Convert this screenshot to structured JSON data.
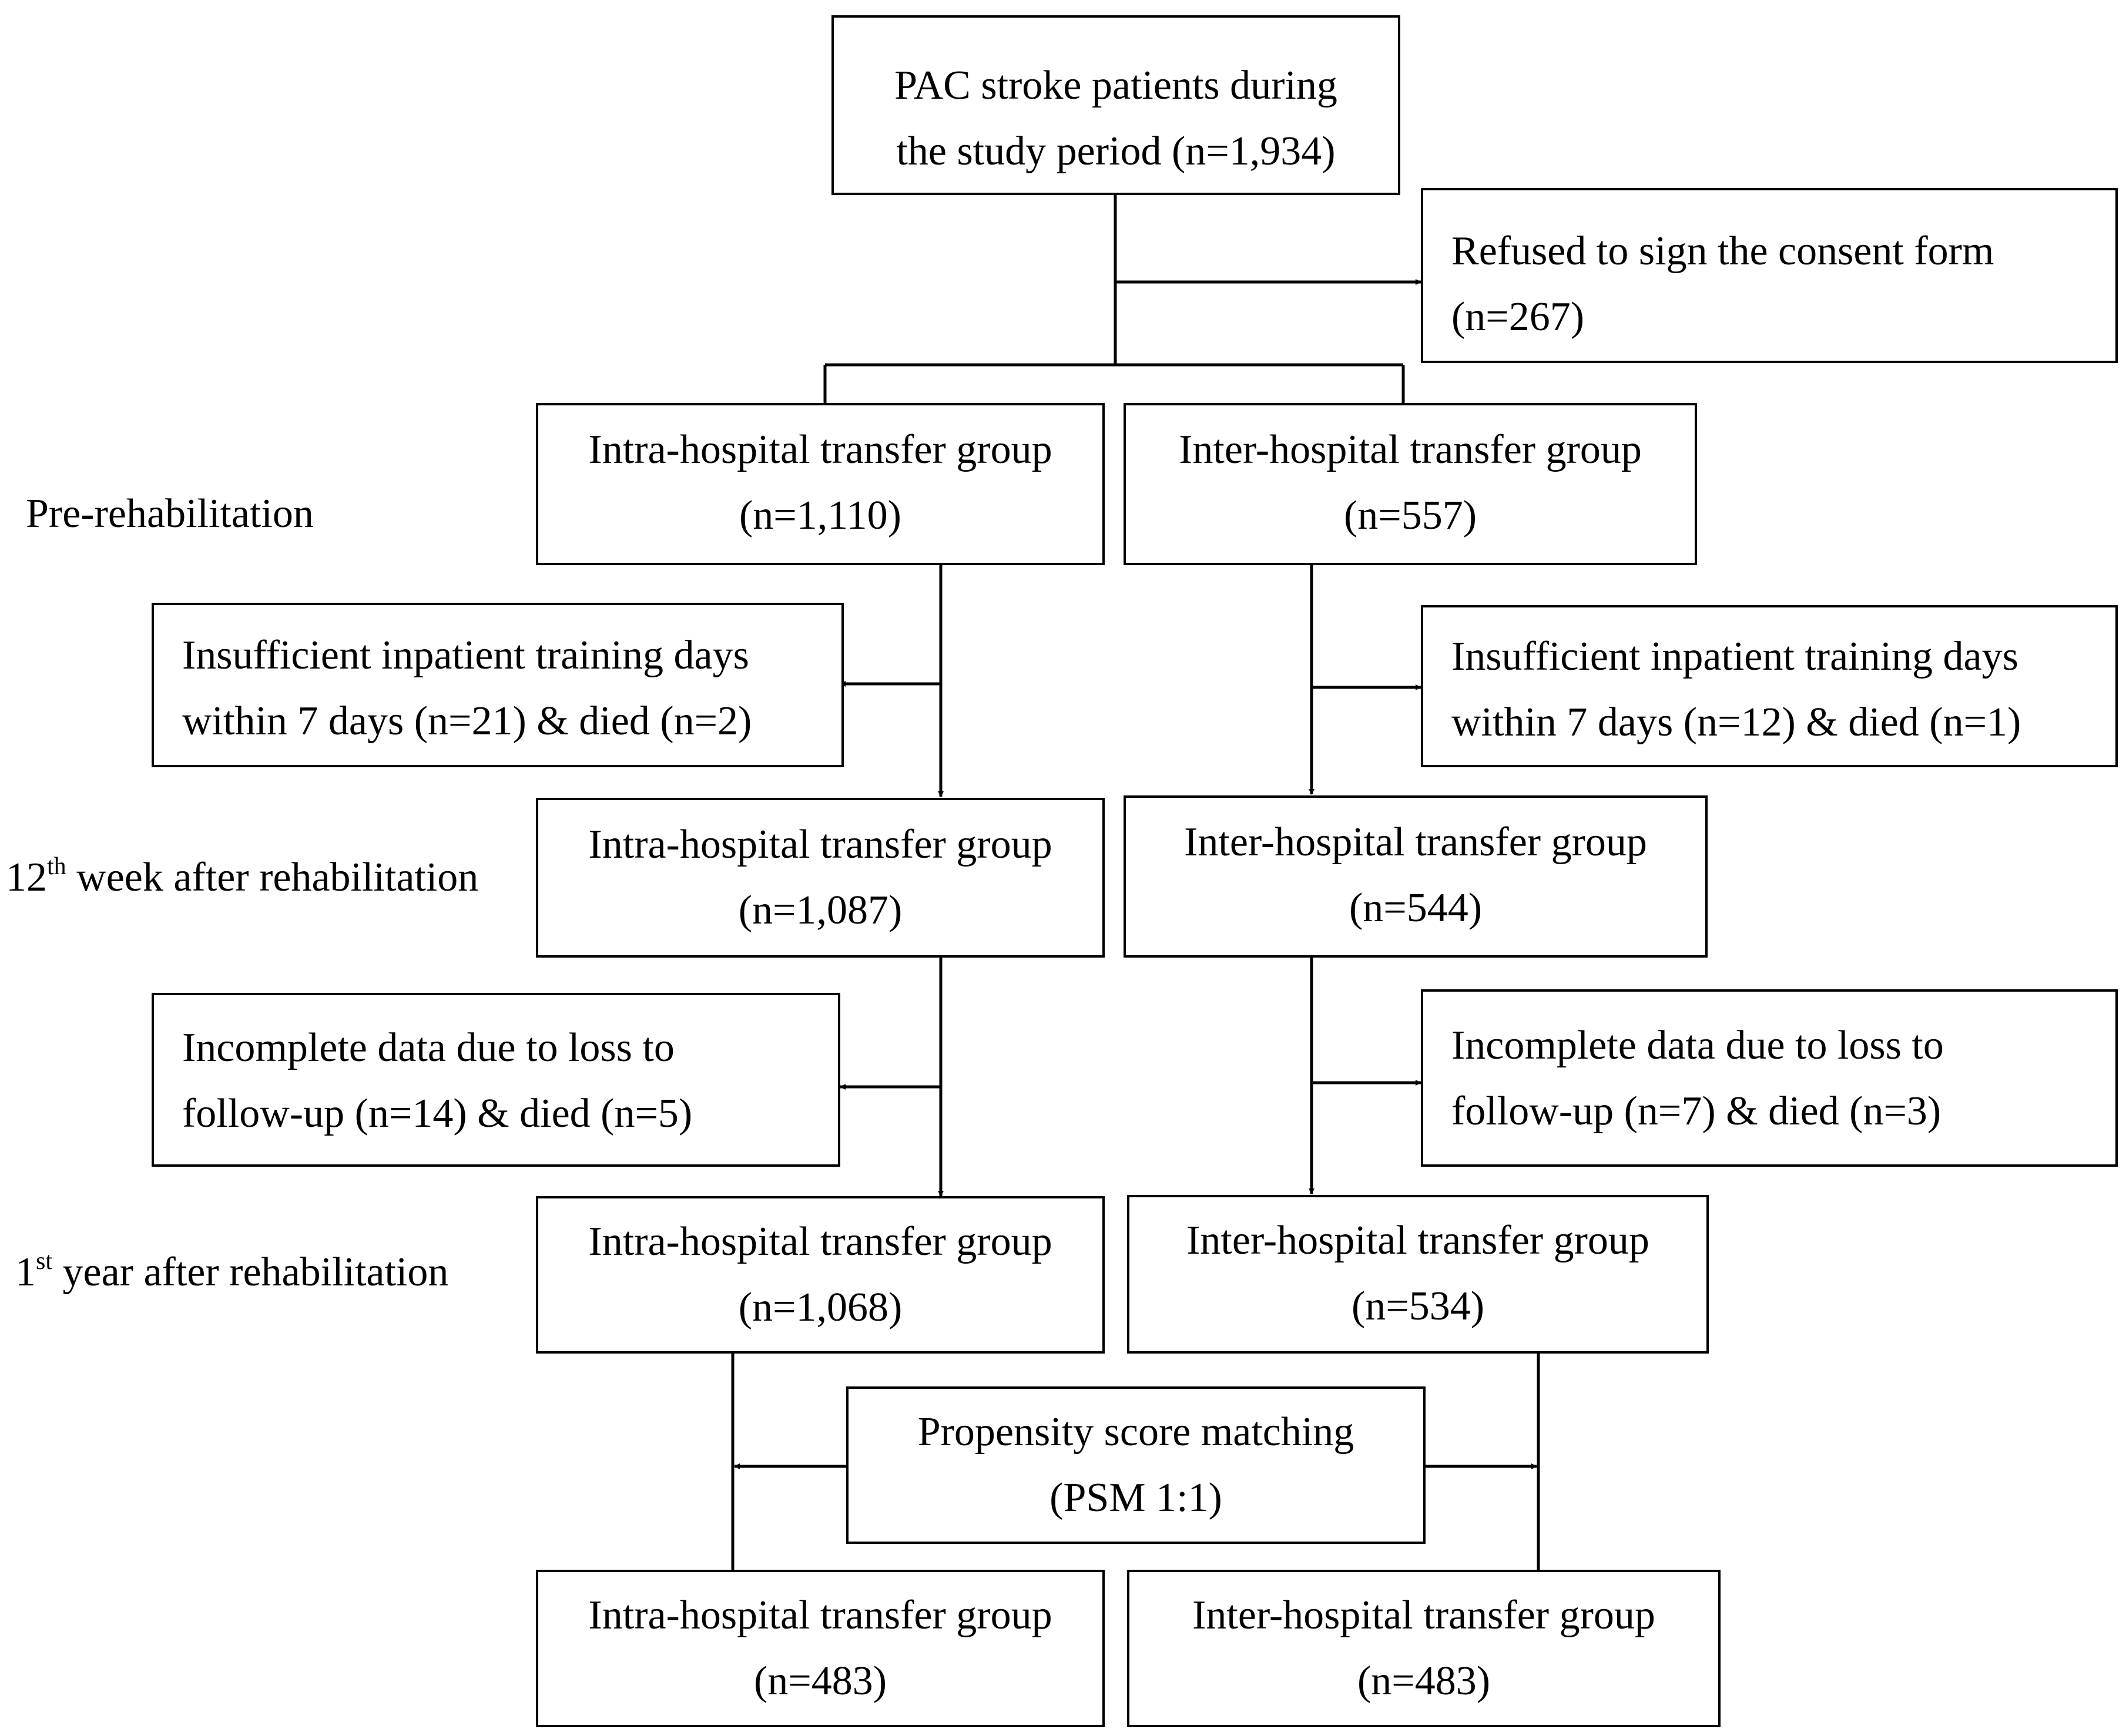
{
  "stages": {
    "pre_rehab": "Pre-rehabilitation",
    "week12_number": "12",
    "week12_sup": "th",
    "week12_rest": " week after rehabilitation",
    "year1_number": "1",
    "year1_sup": "st",
    "year1_rest": " year after rehabilitation"
  },
  "boxes": {
    "enrolled": {
      "line1": "PAC stroke patients during",
      "line2": "the study period (n=1,934)"
    },
    "refused": {
      "line1": "Refused to sign the consent form",
      "line2": "(n=267)"
    },
    "intra_pre": {
      "line1": "Intra-hospital transfer group",
      "line2": "(n=1,110)"
    },
    "inter_pre": {
      "line1": "Inter-hospital transfer group",
      "line2": "(n=557)"
    },
    "intra_excl_1": {
      "line1": "Insufficient inpatient training days",
      "line2": "within 7 days (n=21) & died (n=2)"
    },
    "inter_excl_1": {
      "line1": "Insufficient inpatient training days",
      "line2": "within 7 days (n=12) & died (n=1)"
    },
    "intra_12w": {
      "line1": "Intra-hospital transfer group",
      "line2": "(n=1,087)"
    },
    "inter_12w": {
      "line1": "Inter-hospital transfer group",
      "line2": "(n=544)"
    },
    "intra_excl_2": {
      "line1": "Incomplete data due to loss to",
      "line2": "follow-up (n=14) & died (n=5)"
    },
    "inter_excl_2": {
      "line1": "Incomplete data due to loss to",
      "line2": "follow-up (n=7) & died (n=3)"
    },
    "intra_1y": {
      "line1": "Intra-hospital transfer group",
      "line2": "(n=1,068)"
    },
    "inter_1y": {
      "line1": "Inter-hospital transfer group",
      "line2": "(n=534)"
    },
    "psm": {
      "line1": "Propensity score matching",
      "line2": "(PSM 1:1)"
    },
    "intra_final": {
      "line1": "Intra-hospital transfer group",
      "line2": "(n=483)"
    },
    "inter_final": {
      "line1": "Inter-hospital transfer group",
      "line2": "(n=483)"
    }
  }
}
